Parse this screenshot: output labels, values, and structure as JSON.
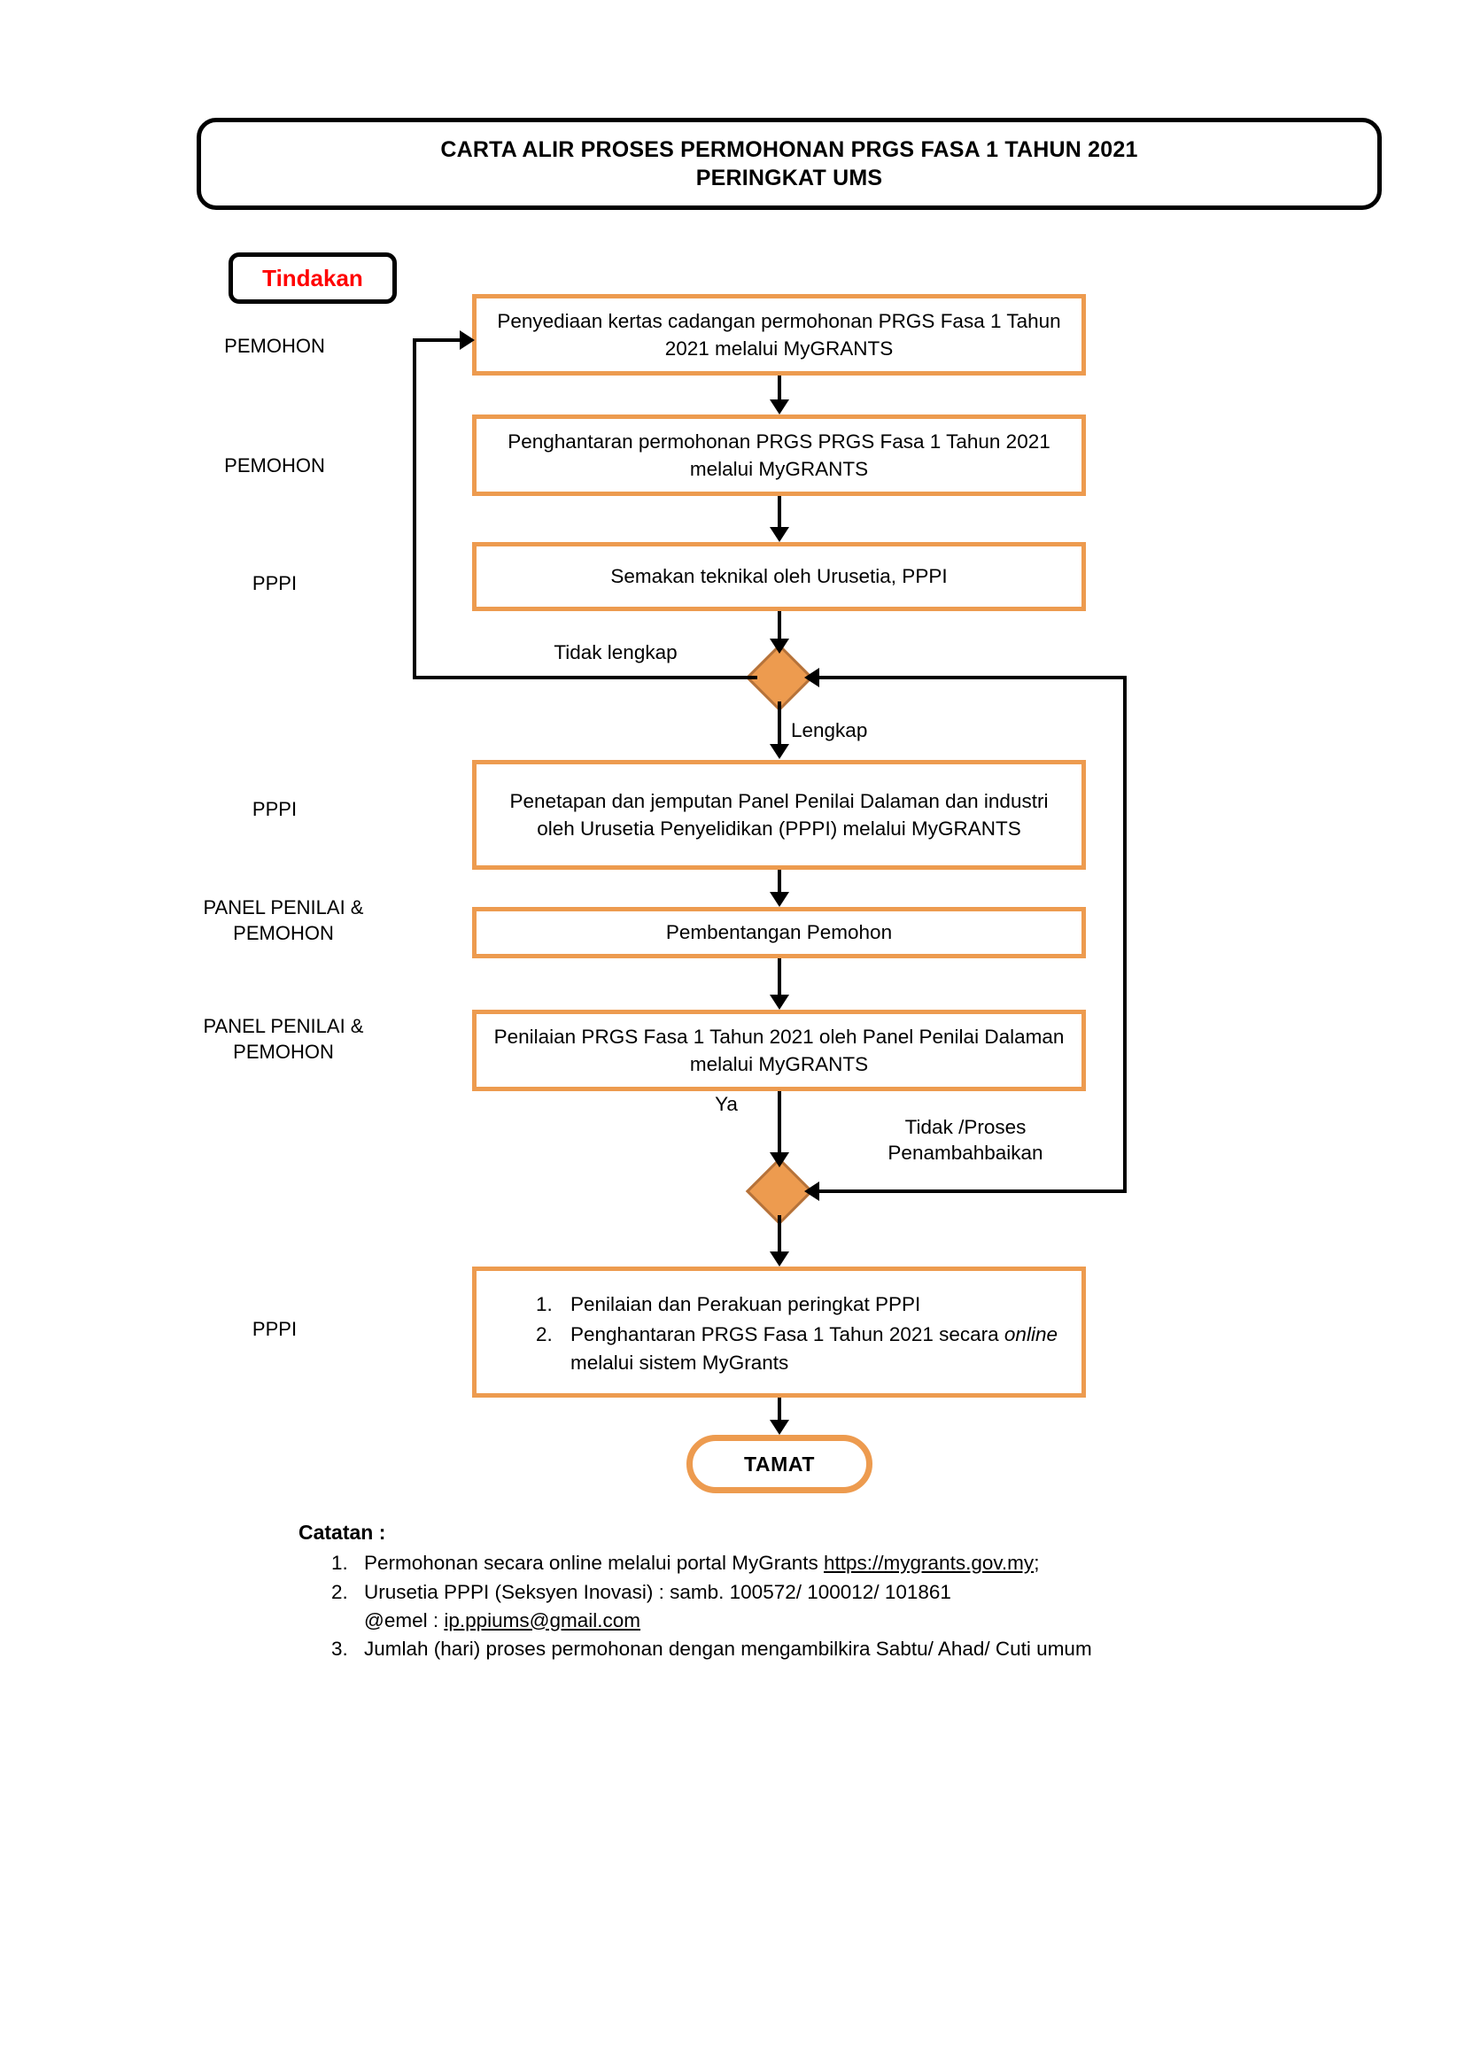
{
  "title": {
    "line1": "CARTA ALIR PROSES PERMOHONAN PRGS FASA 1 TAHUN 2021",
    "line2": "PERINGKAT UMS"
  },
  "legend": {
    "tindakan": "Tindakan"
  },
  "actors": [
    {
      "id": "actor-1",
      "label": "PEMOHON"
    },
    {
      "id": "actor-2",
      "label": "PEMOHON"
    },
    {
      "id": "actor-3",
      "label": "PPPI"
    },
    {
      "id": "actor-4",
      "label": "PPPI"
    },
    {
      "id": "actor-5",
      "label": "PANEL PENILAI &\nPEMOHON"
    },
    {
      "id": "actor-6",
      "label": "PANEL PENILAI &\nPEMOHON"
    },
    {
      "id": "actor-7",
      "label": "PPPI"
    }
  ],
  "steps": [
    {
      "id": "step-1",
      "text": "Penyediaan kertas cadangan permohonan PRGS Fasa 1 Tahun 2021  melalui MyGRANTS"
    },
    {
      "id": "step-2",
      "text": "Penghantaran permohonan PRGS PRGS Fasa 1 Tahun 2021 melalui MyGRANTS"
    },
    {
      "id": "step-3",
      "text": "Semakan teknikal oleh Urusetia, PPPI"
    },
    {
      "id": "step-4",
      "text": "Penetapan dan jemputan Panel Penilai Dalaman dan industri oleh Urusetia Penyelidikan (PPPI) melalui MyGRANTS"
    },
    {
      "id": "step-5",
      "text": "Pembentangan Pemohon"
    },
    {
      "id": "step-6",
      "text": "Penilaian PRGS Fasa 1 Tahun 2021 oleh Panel Penilai Dalaman melalui MyGRANTS"
    }
  ],
  "final_step": {
    "item1": "Penilaian dan Perakuan peringkat PPPI",
    "item2_a": "Penghantaran PRGS Fasa 1 Tahun 2021 secara ",
    "item2_italic": "online",
    "item2_b": " melalui sistem MyGrants"
  },
  "decisions": [
    {
      "id": "decision-1",
      "no_label": "Tidak lengkap",
      "yes_label": "Lengkap"
    },
    {
      "id": "decision-2",
      "yes_label": "Ya",
      "no_label": "Tidak /Proses\nPenambahbaikan"
    }
  ],
  "terminator": {
    "label": "TAMAT"
  },
  "notes": {
    "title": "Catatan :",
    "item1_text": "Permohonan secara online melalui portal MyGrants ",
    "item1_link": "https://mygrants.gov.my",
    "item1_tail": ";",
    "item2_text": "Urusetia PPPI (Seksyen Inovasi) : samb. 100572/ 100012/ 101861",
    "item2_sub_label": "@emel : ",
    "item2_sub_link": "ip.ppiums@gmail.com",
    "item3_text": "Jumlah (hari) proses permohonan dengan mengambilkira Sabtu/ Ahad/ Cuti umum"
  },
  "colors": {
    "accent_orange": "#ED9B4F",
    "tindakan_red": "#ff0000",
    "outline_black": "#000000"
  }
}
